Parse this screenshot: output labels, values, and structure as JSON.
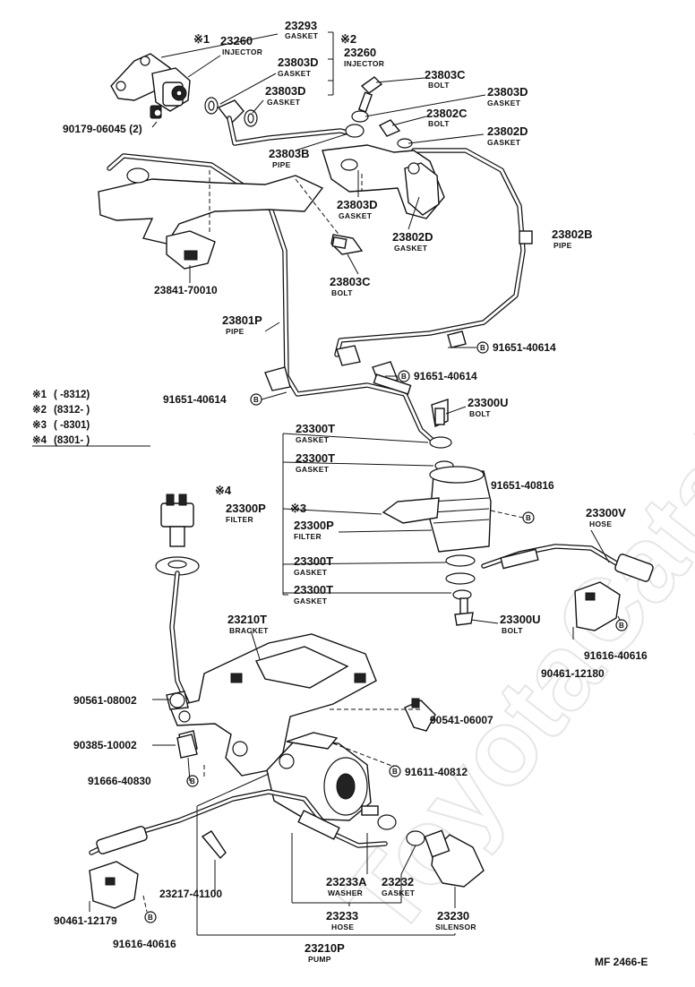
{
  "watermark": "ToyotaCatalog.ru",
  "footer_code": "MF  2466-E",
  "b_symbol": "B",
  "notes": [
    {
      "mark": "※1",
      "range": "(       -8312)"
    },
    {
      "mark": "※2",
      "range": "(8312-        )"
    },
    {
      "mark": "※3",
      "range": "(       -8301)"
    },
    {
      "mark": "※4",
      "range": "(8301-        )"
    }
  ],
  "ref_marks": {
    "m1": "※1",
    "m2": "※2",
    "m3": "※3",
    "m4": "※4"
  },
  "parts": {
    "p23293": {
      "number": "23293",
      "desc": "GASKET"
    },
    "p23260a": {
      "number": "23260",
      "desc": "INJECTOR"
    },
    "p23260b": {
      "number": "23260",
      "desc": "INJECTOR"
    },
    "p23803Da": {
      "number": "23803D",
      "desc": "GASKET"
    },
    "p23803Db": {
      "number": "23803D",
      "desc": "GASKET"
    },
    "p23803Dc": {
      "number": "23803D",
      "desc": "GASKET"
    },
    "p23803Dd": {
      "number": "23803D",
      "desc": "GASKET"
    },
    "p23803Ca": {
      "number": "23803C",
      "desc": "BOLT"
    },
    "p23803Cb": {
      "number": "23803C",
      "desc": "BOLT"
    },
    "p23802C": {
      "number": "23802C",
      "desc": "BOLT"
    },
    "p23802Da": {
      "number": "23802D",
      "desc": "GASKET"
    },
    "p23802Db": {
      "number": "23802D",
      "desc": "GASKET"
    },
    "p23803B": {
      "number": "23803B",
      "desc": "PIPE"
    },
    "p23802B": {
      "number": "23802B",
      "desc": "PIPE"
    },
    "p23801P": {
      "number": "23801P",
      "desc": "PIPE"
    },
    "p23300U_a": {
      "number": "23300U",
      "desc": "BOLT"
    },
    "p23300U_b": {
      "number": "23300U",
      "desc": "BOLT"
    },
    "p23300T_a": {
      "number": "23300T",
      "desc": "GASKET"
    },
    "p23300T_b": {
      "number": "23300T",
      "desc": "GASKET"
    },
    "p23300T_c": {
      "number": "23300T",
      "desc": "GASKET"
    },
    "p23300T_d": {
      "number": "23300T",
      "desc": "GASKET"
    },
    "p23300P_a": {
      "number": "23300P",
      "desc": "FILTER"
    },
    "p23300P_b": {
      "number": "23300P",
      "desc": "FILTER"
    },
    "p23300V": {
      "number": "23300V",
      "desc": "HOSE"
    },
    "p23210T": {
      "number": "23210T",
      "desc": "BRACKET"
    },
    "p23233A": {
      "number": "23233A",
      "desc": "WASHER"
    },
    "p23232": {
      "number": "23232",
      "desc": "GASKET"
    },
    "p23233": {
      "number": "23233",
      "desc": "HOSE"
    },
    "p23230": {
      "number": "23230",
      "desc": "SILENSOR"
    },
    "p23210P": {
      "number": "23210P",
      "desc": "PUMP"
    }
  },
  "numbers": {
    "n90179": "90179-06045 (2)",
    "n23841": "23841-70010",
    "n91651_a": "91651-40614",
    "n91651_b": "91651-40614",
    "n91651_c": "91651-40614",
    "n91651_d": "91651-40816",
    "n91616_a": "91616-40616",
    "n91616_b": "91616-40616",
    "n90461_a": "90461-12180",
    "n90461_b": "90461-12179",
    "n90561": "90561-08002",
    "n90385": "90385-10002",
    "n91666": "91666-40830",
    "n90541": "90541-06007",
    "n91611": "91611-40812",
    "n23217": "23217-41100"
  }
}
